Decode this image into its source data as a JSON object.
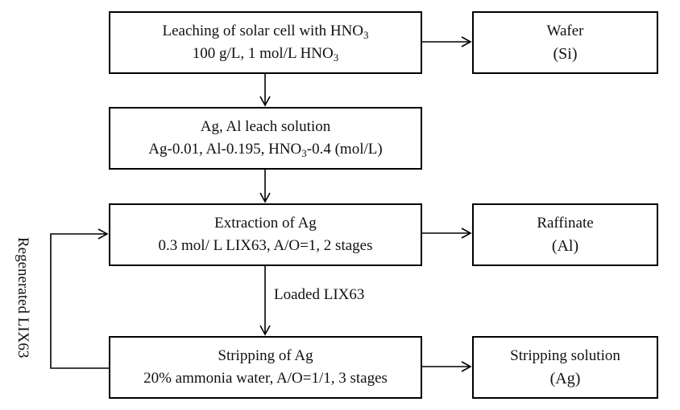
{
  "boxes": {
    "leach": {
      "line1_pre": "Leaching of solar cell with HNO",
      "line1_sub": "3",
      "line2": "100 g/L, 1 mol/L HNO",
      "line2_sub": "3"
    },
    "solution": {
      "line1": "Ag, Al leach solution",
      "line2_pre": "Ag-0.01, Al-0.195, HNO",
      "line2_sub": "3",
      "line2_post": "-0.4 (mol/L)"
    },
    "extraction": {
      "line1": "Extraction of Ag",
      "line2": "0.3 mol/  L LIX63, A/O=1, 2 stages"
    },
    "stripping": {
      "line1": "Stripping of Ag",
      "line2": "20%  ammonia water, A/O=1/1, 3 stages"
    },
    "wafer": {
      "line1": "Wafer",
      "line2": "(Si)"
    },
    "raffinate": {
      "line1": "Raffinate",
      "line2": "(Al)"
    },
    "stripping_solution": {
      "line1": "Stripping solution",
      "line2": "(Ag)"
    }
  },
  "labels": {
    "loaded": "Loaded LIX63",
    "regenerated": "Regenerated LIX63"
  },
  "colors": {
    "line": "#000000",
    "text": "#111111",
    "background": "#ffffff"
  }
}
